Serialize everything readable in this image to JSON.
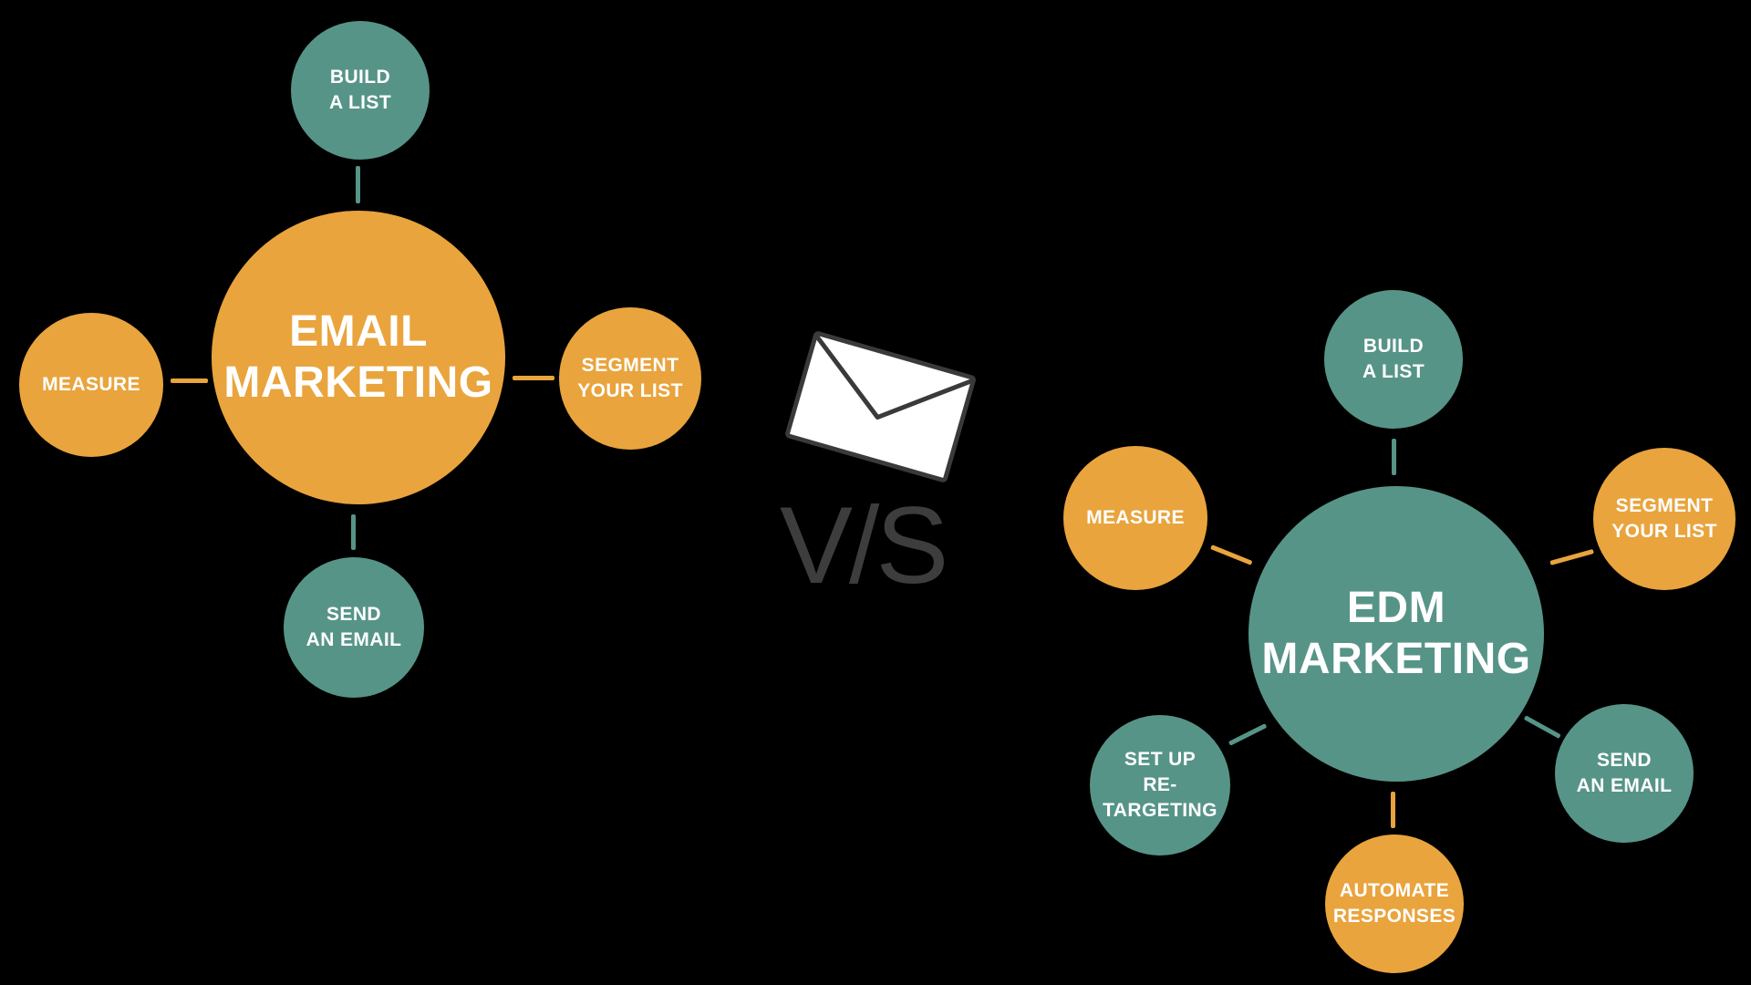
{
  "colors": {
    "background": "#000000",
    "orange": "#E9A43D",
    "teal": "#579488",
    "label_text": "#FFFFFF",
    "vs_text": "#3D3D3D",
    "envelope_border": "#3A3A3A",
    "envelope_fill": "#FFFFFF"
  },
  "left_diagram": {
    "hub": {
      "label": "EMAIL\nMARKETING",
      "color": "orange"
    },
    "satellites": [
      {
        "position": "top",
        "label": "BUILD\nA LIST",
        "color": "teal"
      },
      {
        "position": "left",
        "label": "MEASURE",
        "color": "orange"
      },
      {
        "position": "right",
        "label": "SEGMENT\nYOUR LIST",
        "color": "orange"
      },
      {
        "position": "bottom",
        "label": "SEND\nAN EMAIL",
        "color": "teal"
      }
    ]
  },
  "center": {
    "icon": "envelope-icon",
    "vs_label": "V/S"
  },
  "right_diagram": {
    "hub": {
      "label": "EDM\nMARKETING",
      "color": "teal"
    },
    "satellites": [
      {
        "position": "top",
        "label": "BUILD\nA LIST",
        "color": "teal"
      },
      {
        "position": "upper-left",
        "label": "MEASURE",
        "color": "orange"
      },
      {
        "position": "right",
        "label": "SEGMENT\nYOUR LIST",
        "color": "orange"
      },
      {
        "position": "lower-left",
        "label": "SET UP\nRE-\nTARGETING",
        "color": "teal"
      },
      {
        "position": "lower-right",
        "label": "SEND\nAN EMAIL",
        "color": "teal"
      },
      {
        "position": "bottom",
        "label": "AUTOMATE\nRESPONSES",
        "color": "orange"
      }
    ]
  }
}
